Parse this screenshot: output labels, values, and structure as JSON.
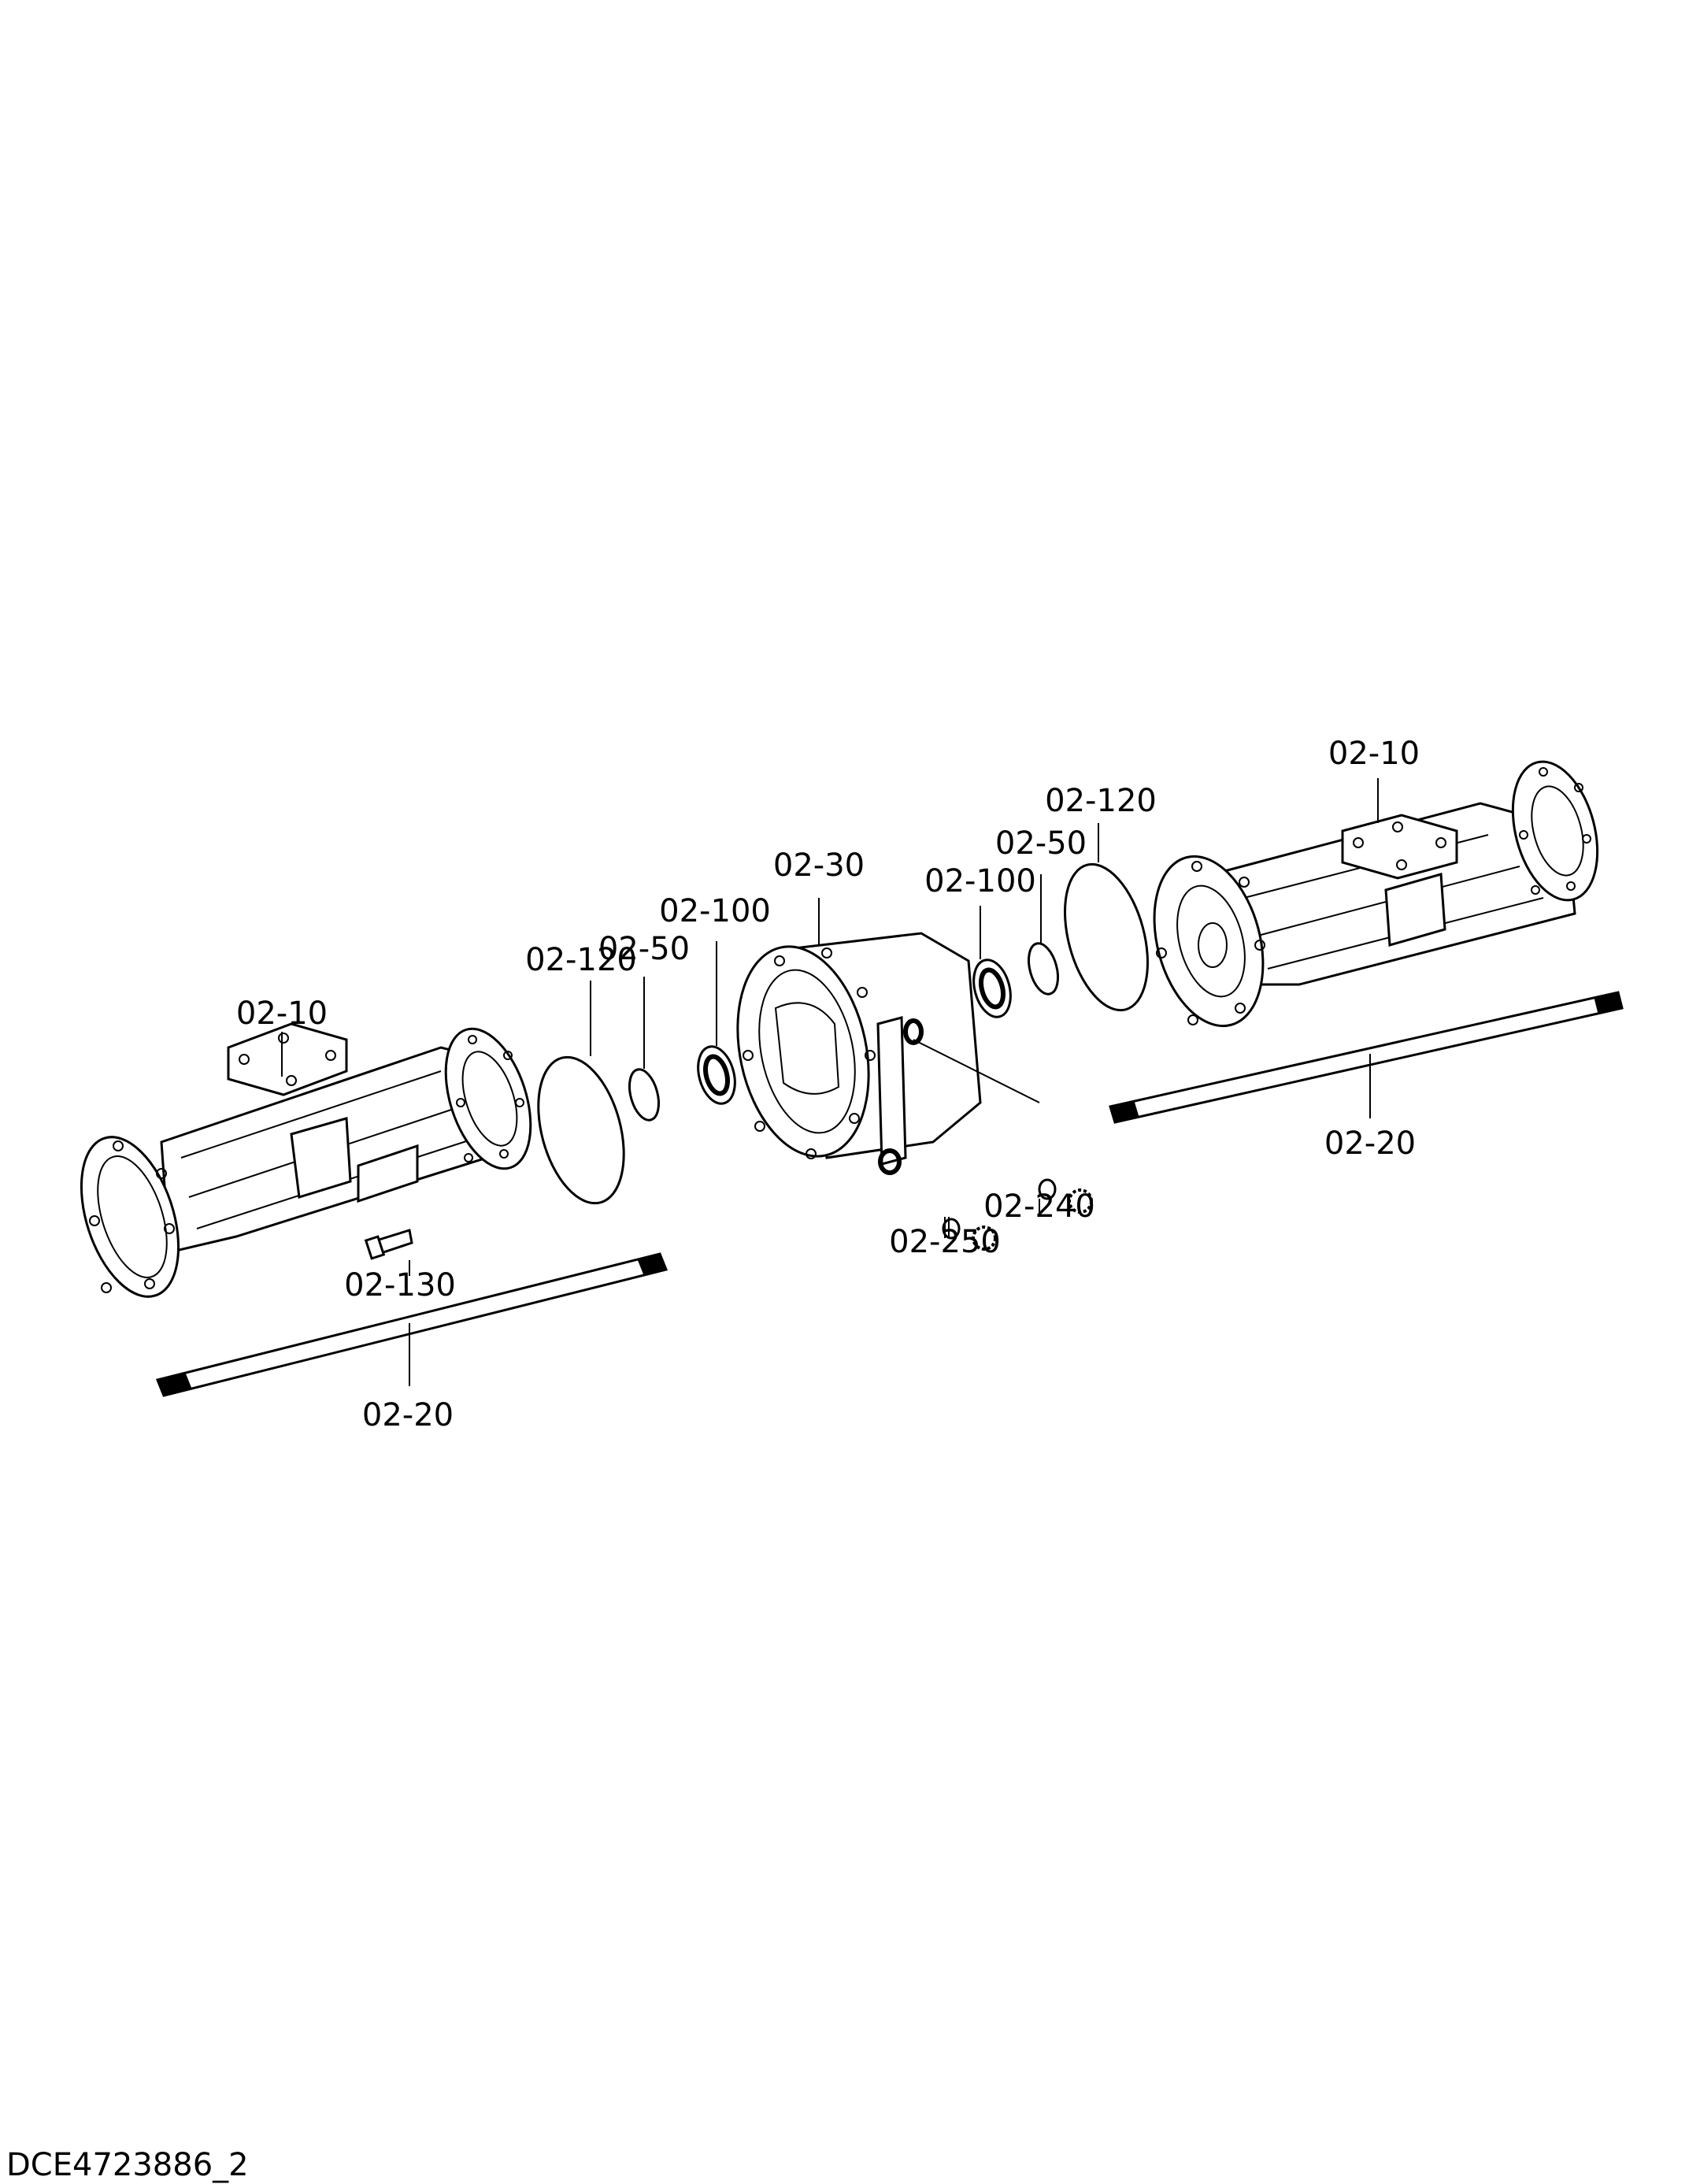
{
  "drawing": {
    "document_id": "DCE4723886_2",
    "callouts": {
      "left_housing": "02-10",
      "left_shaft": "02-20",
      "left_bolt": "02-130",
      "left_oring": "02-120",
      "left_ring": "02-50",
      "left_seal": "02-100",
      "center_carrier": "02-30",
      "right_seal": "02-100",
      "right_ring": "02-50",
      "right_oring": "02-120",
      "right_housing": "02-10",
      "right_shaft": "02-20",
      "plug_a": "02-250",
      "plug_b": "02-240"
    }
  }
}
